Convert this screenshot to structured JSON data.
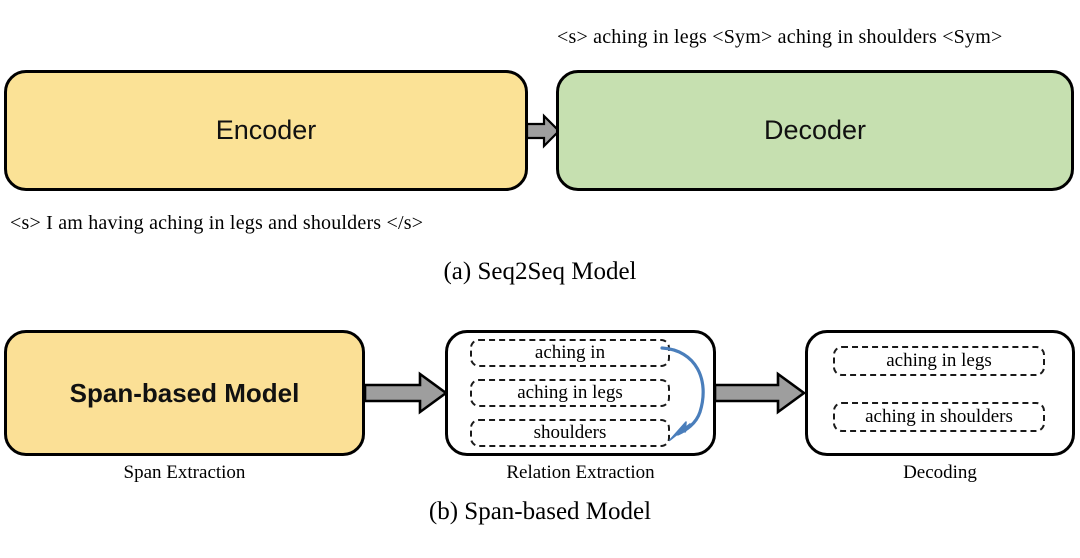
{
  "figure": {
    "panel_a": {
      "caption": "(a) Seq2Seq Model",
      "output_sequence": "<s> aching in legs <Sym> aching in shoulders <Sym>",
      "input_sequence": "<s> I am having aching in legs and shoulders </s>",
      "encoder": {
        "label": "Encoder",
        "fill": "#fbe296"
      },
      "decoder": {
        "label": "Decoder",
        "fill": "#c6e0b0"
      },
      "arrow": {
        "name": "encoder-to-decoder-arrow",
        "fill": "#9e9e9e"
      }
    },
    "panel_b": {
      "caption": "(b) Span-based Model",
      "stages": [
        {
          "id": "span-extraction",
          "label": "Span Extraction",
          "model_label": "Span-based Model",
          "fill": "#fbe096"
        },
        {
          "id": "relation-extraction",
          "label": "Relation Extraction",
          "fill": "#ffffff",
          "spans": [
            "aching in",
            "aching in legs",
            "shoulders"
          ],
          "relation_arrow": {
            "from": "aching in",
            "to": "shoulders",
            "color": "#4a7ebb"
          }
        },
        {
          "id": "decoding",
          "label": "Decoding",
          "fill": "#ffffff",
          "spans": [
            "aching in legs",
            "aching in shoulders"
          ]
        }
      ],
      "arrows": [
        {
          "name": "span-to-relation-arrow",
          "fill": "#9e9e9e"
        },
        {
          "name": "relation-to-decoding-arrow",
          "fill": "#9e9e9e"
        }
      ]
    }
  },
  "colors": {
    "yellow": "#fbe096",
    "green": "#c6e0b0",
    "gray_arrow": "#9e9e9e",
    "blue_arrow": "#4a7ebb",
    "outline": "#000000"
  }
}
